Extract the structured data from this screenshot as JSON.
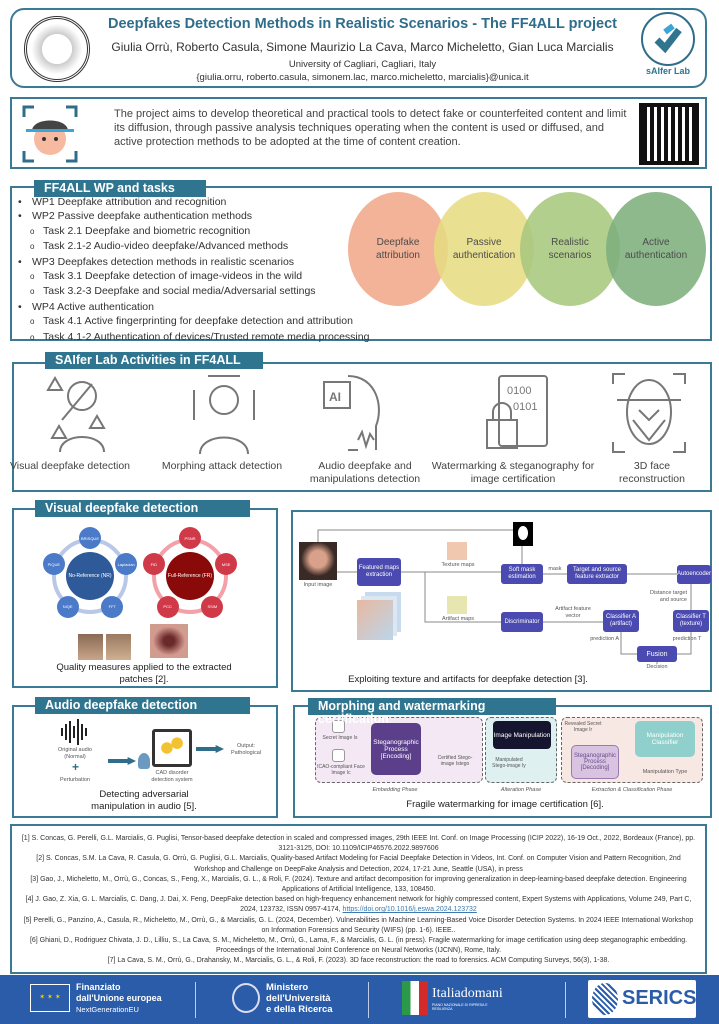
{
  "header": {
    "title": "Deepfakes Detection Methods in Realistic Scenarios - The FF4ALL project",
    "authors": "Giulia Orrù, Roberto Casula, Simone Maurizio La Cava, Marco Micheletto, Gian Luca Marcialis",
    "affiliation": "University of Cagliari, Cagliari, Italy",
    "emails": "{giulia.orru, roberto.casula, simonem.lac, marco.micheletto, marcialis}@unica.it",
    "lab_logo": "sAIfer Lab"
  },
  "intro": {
    "text": "The project aims to develop theoretical and practical tools to detect fake or counterfeited content and limit its diffusion, through passive analysis techniques operating when the content is used or diffused, and active protection methods to be adopted at the time of content creation."
  },
  "wp": {
    "title": "FF4ALL WP and tasks",
    "items": [
      {
        "level": 1,
        "text": "WP1 Deepfake attribution and recognition"
      },
      {
        "level": 1,
        "text": "WP2 Passive deepfake authentication methods"
      },
      {
        "level": 2,
        "text": "Task 2.1 Deepfake and biometric recognition"
      },
      {
        "level": 2,
        "text": "Task 2.1-2 Audio-video deepfake/Advanced methods"
      },
      {
        "level": 1,
        "text": "WP3 Deepfakes detection methods in realistic scenarios"
      },
      {
        "level": 2,
        "text": "Task 3.1 Deepfake detection of image-videos in the wild"
      },
      {
        "level": 2,
        "text": "Task 3.2-3 Deepfake and social media/Adversarial settings"
      },
      {
        "level": 1,
        "text": "WP4 Active authentication"
      },
      {
        "level": 2,
        "text": "Task 4.1 Active fingerprinting for deepfake detection and attribution"
      },
      {
        "level": 2,
        "text": "Task 4.1-2 Authentication of devices/Trusted remote media processing"
      }
    ],
    "venn": [
      {
        "label": "Deepfake attribution",
        "color": "#f2a98a"
      },
      {
        "label": "Passive authentication",
        "color": "#e6dd82"
      },
      {
        "label": "Realistic scenarios",
        "color": "#a9c97f"
      },
      {
        "label": "Active authentication",
        "color": "#7fb07e"
      }
    ]
  },
  "activities": {
    "title": "SAIfer Lab Activities in FF4ALL",
    "items": [
      "Visual deepfake detection",
      "Morphing attack detection",
      "Audio deepfake and manipulations detection",
      "Watermarking & steganography for image certification",
      "3D face reconstruction"
    ]
  },
  "visual": {
    "title": "Visual deepfake detection",
    "nr": {
      "center": "No-Reference (NR)",
      "nodes": [
        "BRISQUE",
        "Laplacian",
        "FFT",
        "NIQE",
        "PIQUE"
      ]
    },
    "fr": {
      "center": "Full-Reference (FR)",
      "nodes": [
        "PSNR",
        "MSE",
        "SSIM",
        "PCC",
        "FID"
      ]
    },
    "caption": "Quality measures applied to the extracted patches [2]."
  },
  "texture": {
    "input": "Input image",
    "feat": "Featured maps extraction",
    "texmaps": "Texture maps",
    "artmaps": "Artifact maps",
    "softmask": "Soft mask estimation",
    "mask": "mask",
    "target": "Target and source feature extractor",
    "autoenc": "Autoencoder",
    "distance": "Distance target and source",
    "disc": "Discriminator",
    "artvec": "Artifact feature vector",
    "clsA": "Classifier A (artifact)",
    "clsT": "Classifier T (texture)",
    "predA": "prediction A",
    "predT": "prediction T",
    "fusion": "Fusion",
    "decision": "Decision",
    "caption": "Exploiting texture and artifacts for deepfake detection [3]."
  },
  "audio": {
    "title": "Audio deepfake detection",
    "orig": "Original audio (Normal)",
    "pert": "Perturbation",
    "cad": "CAD disorder detection system",
    "output": "Output: Pathological",
    "caption": "Detecting adversarial manipulation in audio [5]."
  },
  "watermark": {
    "title": "Morphing and watermarking certification",
    "secret": "Secret Image Is",
    "face": "ICAO-compliant Face Image Ic",
    "encoding": "Steganographic Process [Encoding]",
    "certified": "Certified Stego-image Istego",
    "manip": "Image Manipulation",
    "manipulated": "Manipulated Stego-image Iy",
    "revealed": "Revealed Secret Image Ir",
    "decoding": "Steganographic Process [Decoding]",
    "classifier": "Manipulation Classifier",
    "type": "Manipulation Type",
    "phase1": "Embedding Phase",
    "phase2": "Alteration Phase",
    "phase3": "Extraction & Classification Phase",
    "caption": "Fragile watermarking for image certification [6]."
  },
  "references": [
    "[1] S. Concas, G. Perelli, G.L. Marcialis, G. Puglisi, Tensor-based deepfake detection in scaled and compressed images, 29th IEEE Int. Conf. on Image Processing (ICIP 2022), 16-19 Oct., 2022, Bordeaux (France), pp. 3121-3125, DOI: 10.1109/ICIP46576.2022.9897606",
    "[2] S. Concas, S.M. La Cava, R. Casula, G. Orrù, G. Puglisi, G.L. Marcialis, Quality-based Artifact Modeling for Facial Deepfake Detection in Videos, Int. Conf. on Computer Vision and Pattern Recognition, 2nd Workshop and Challenge on DeepFake Analysis and Detection, 2024, 17-21 June, Seattle (USA), in press",
    "[3] Gao, J., Micheletto, M., Orrù, G., Concas, S., Feng, X., Marcialis, G. L., & Roli, F. (2024). Texture and artifact decomposition for improving generalization in deep-learning-based deepfake detection. Engineering Applications of Artificial Intelligence, 133, 108450.",
    "[4] J. Gao, Z. Xia, G. L. Marcialis, C. Dang, J. Dai, X. Feng, DeepFake detection based on high-frequency enhancement network for highly compressed content, Expert Systems with Applications, Volume 249, Part C, 2024, 123732, ISSN 0957-4174,",
    "[5] Perelli, G., Panzino, A., Casula, R., Micheletto, M., Orrù, G., & Marcialis, G. L. (2024, December). Vulnerabilities in Machine Learning-Based Voice Disorder Detection Systems. In 2024 IEEE International Workshop on Information Forensics and Security (WIFS) (pp. 1-6). IEEE..",
    "[6] Ghiani, D., Rodriguez Chivata, J. D., Lilliu, S., La Cava, S. M., Micheletto, M., Orrù, G., Lama, F., & Marcialis, G. L. (in press). Fragile watermarking for image certification using deep steganographic embedding. Proceedings of the International Joint Conference on Neural Networks (IJCNN), Rome, Italy.",
    "[7] La Cava, S. M., Orrù, G., Drahansky, M., Marcialis, G. L., & Roli, F. (2023). 3D face reconstruction: the road to forensics. ACM Computing Surveys, 56(3), 1-38."
  ],
  "ref4_link": "https://doi.org/10.1016/j.eswa.2024.123732",
  "footer": {
    "eu1": "Finanziato",
    "eu2": "dall'Unione europea",
    "eu3": "NextGenerationEU",
    "mur1": "Ministero",
    "mur2": "dell'Università",
    "mur3": "e della Ricerca",
    "italia": "Italiadomani",
    "italia_sub": "PIANO NAZIONALE DI RIPRESA E RESILIENZA",
    "serics": "SERICS"
  },
  "colors": {
    "accent": "#2f7590",
    "border": "#3b7a94",
    "footer": "#2a5caa",
    "node": "#4a4ab0"
  }
}
